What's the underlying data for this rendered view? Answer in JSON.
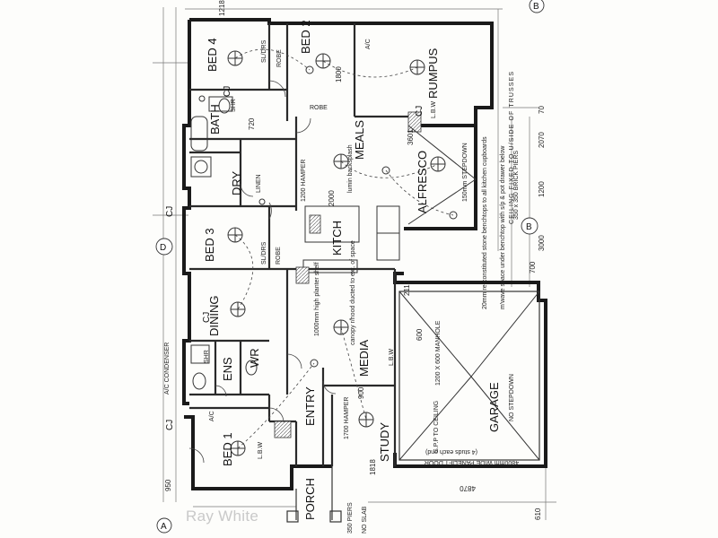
{
  "watermark": "Ray White",
  "rooms": [
    {
      "id": "bed4",
      "label": "BED 4"
    },
    {
      "id": "bed2",
      "label": "BED 2"
    },
    {
      "id": "rumpus",
      "label": "RUMPUS"
    },
    {
      "id": "bath",
      "label": "BATH"
    },
    {
      "id": "meals",
      "label": "MEALS"
    },
    {
      "id": "dry",
      "label": "DRY"
    },
    {
      "id": "alfresco",
      "label": "ALFRESCO"
    },
    {
      "id": "kitch",
      "label": "KITCH"
    },
    {
      "id": "bed3",
      "label": "BED 3"
    },
    {
      "id": "dining",
      "label": "DINING"
    },
    {
      "id": "media",
      "label": "MEDIA"
    },
    {
      "id": "ens",
      "label": "ENS"
    },
    {
      "id": "wr",
      "label": "WR"
    },
    {
      "id": "entry",
      "label": "ENTRY"
    },
    {
      "id": "garage",
      "label": "GARAGE"
    },
    {
      "id": "study",
      "label": "STUDY"
    },
    {
      "id": "bed1",
      "label": "BED 1"
    },
    {
      "id": "porch",
      "label": "PORCH"
    }
  ],
  "notes": {
    "ceiling_trusses": "CEILING FIXED TO U/SIDE OF TRUSSES",
    "stepdown_150": "150mm STEPDOWN",
    "brick_piers": "350 x 350 BRICK PIERS",
    "garage_no_stepdown": "NO STEPDOWN",
    "manhole": "1200 X 600 MANHOLE",
    "panelift_door": "4800mm WIDE PANELIFT DOOR",
    "no_slab": "NO SLAB",
    "piers": "350 PIERS",
    "ac_condenser": "A/C CONDENSER",
    "ceiling_fan": "ceiling fan",
    "ceiling_fan_light": "ceiling fan/light",
    "hamper_1200": "1200 HAMPER",
    "hamper_1700": "1700 HAMPER",
    "robe": "ROBE",
    "sl_drs": "SL/DRS",
    "linen": "LINEN",
    "shr": "SHR",
    "lbw": "L.B.W",
    "ac": "A/C",
    "cj": "CJ",
    "walk_in_pantry": "lumin backsplash",
    "planter": "1000mm high planter shelf",
    "canopy": "canopy r/hood ducted to ext. of space",
    "mwave": "m'wave space under benchtop with s/p & pot drawer below",
    "stone": "20mm re-constituted stone benchtops to all kitchen cupboards",
    "spp": "S.P.P TO CEILING",
    "studs": "(4 studs each end)"
  },
  "dimensions": {
    "top_1218": "1218",
    "d_1800": "1800",
    "d_2000": "2000",
    "d_70": "70",
    "d_2070": "2070",
    "d_1200": "1200",
    "d_3000": "3000",
    "d_700": "700",
    "d_4870": "4870",
    "d_950": "950",
    "d_600": "600",
    "d_900": "900",
    "d_720": "720",
    "d_3601": "3601",
    "d_1818": "1818",
    "d_2112": "2112",
    "d_610": "610"
  },
  "grid_markers": [
    "A",
    "B",
    "D"
  ]
}
